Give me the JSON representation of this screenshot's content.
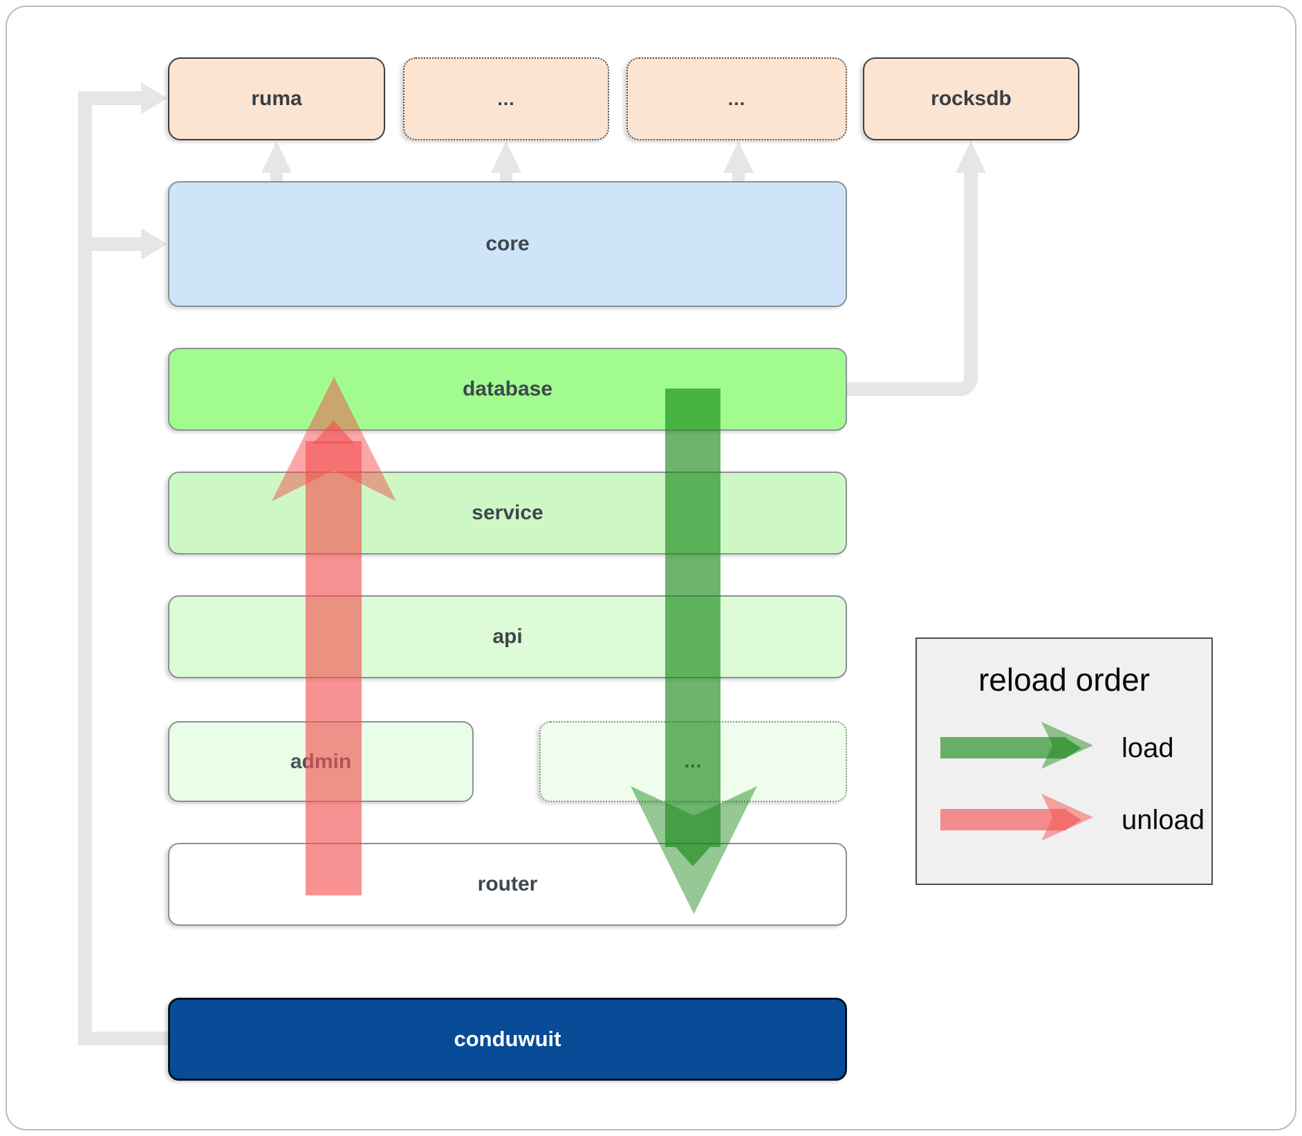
{
  "nodes": {
    "ruma": {
      "label": "ruma",
      "fill": "#fce4d2"
    },
    "dots_top_left": {
      "label": "...",
      "fill": "#fce4d2"
    },
    "dots_top_right": {
      "label": "...",
      "fill": "#fce4d2"
    },
    "rocksdb": {
      "label": "rocksdb",
      "fill": "#fce4d2"
    },
    "core": {
      "label": "core",
      "fill": "#cfe4f9"
    },
    "database": {
      "label": "database",
      "fill": "#a1fb8f"
    },
    "service": {
      "label": "service",
      "fill": "#cdf8c6"
    },
    "api": {
      "label": "api",
      "fill": "#ddfbd6"
    },
    "admin": {
      "label": "admin",
      "fill": "#eafde7"
    },
    "dots_admin_row": {
      "label": "...",
      "fill": "#effdec"
    },
    "router": {
      "label": "router",
      "fill": "#ffffff"
    },
    "conduwuit": {
      "label": "conduwuit",
      "fill": "#084b96",
      "text_color": "#ffffff"
    }
  },
  "arrows": {
    "load": {
      "direction": "down",
      "color": "#148614"
    },
    "unload": {
      "direction": "up",
      "color": "#f34f4f"
    }
  },
  "connectors": {
    "color": "#e6e6e6"
  },
  "legend": {
    "title": "reload order",
    "items": [
      {
        "label": "load",
        "color": "#148614"
      },
      {
        "label": "unload",
        "color": "#f34f4f"
      }
    ]
  }
}
